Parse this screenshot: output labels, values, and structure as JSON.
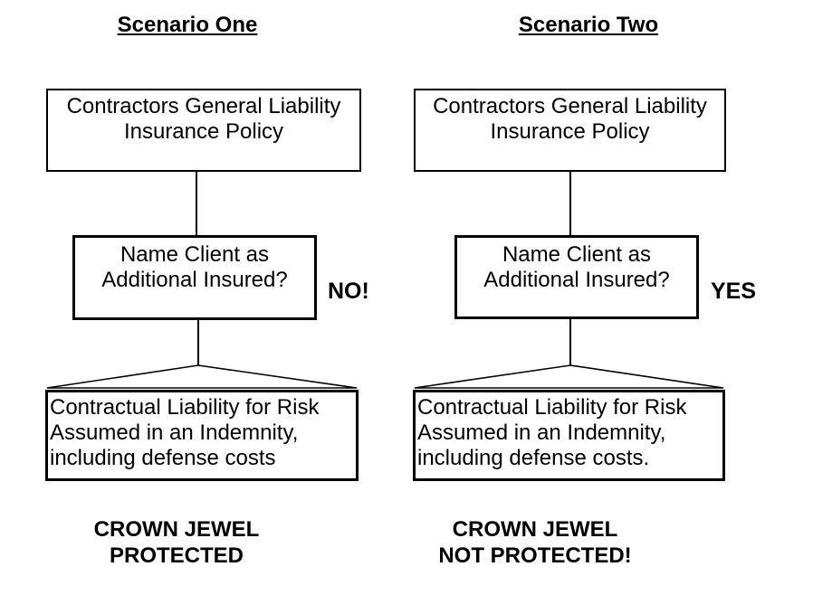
{
  "diagram": {
    "background_color": "#ffffff",
    "line_color": "#000000",
    "scenarios": [
      {
        "title": "Scenario One",
        "policy_box": "Contractors General Liability\nInsurance Policy",
        "question_box": "Name Client as\nAdditional Insured?",
        "answer_label": "NO!",
        "coverage_box": "Contractual Liability for Risk\nAssumed in an Indemnity,\nincluding defense costs",
        "verdict": "CROWN JEWEL\nPROTECTED"
      },
      {
        "title": "Scenario Two",
        "policy_box": "Contractors General Liability\nInsurance Policy",
        "question_box": "Name Client as\nAdditional Insured?",
        "answer_label": "YES",
        "coverage_box": "Contractual Liability for Risk\nAssumed in an Indemnity,\nincluding defense costs.",
        "verdict": "CROWN JEWEL\nNOT PROTECTED!"
      }
    ]
  }
}
